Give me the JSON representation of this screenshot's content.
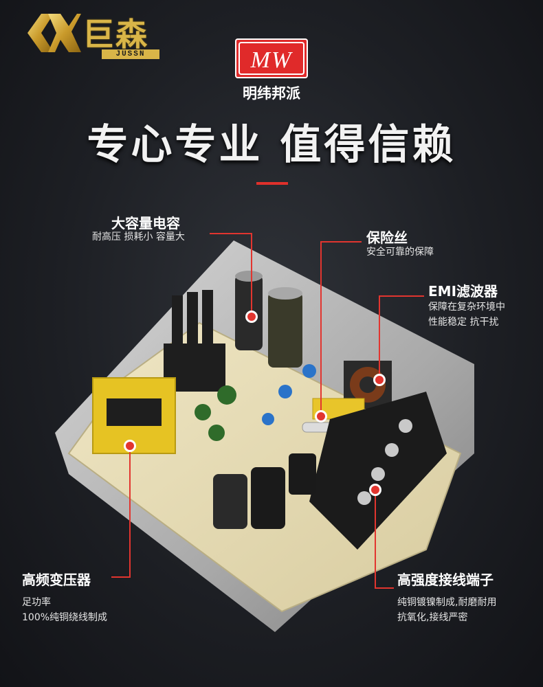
{
  "brand": {
    "logo_text": "巨森",
    "logo_latin": "JUSSN",
    "badge_mark": "MW",
    "partner_name": "明纬邦派"
  },
  "slogan": "专心专业 值得信赖",
  "colors": {
    "background": "#1d1f24",
    "accent_red": "#e2352f",
    "gold": "#d9b548",
    "badge_red": "#e02a2a"
  },
  "features": [
    {
      "title": "大容量电容",
      "desc": [
        "耐高压  损耗小  容量大"
      ]
    },
    {
      "title": "保险丝",
      "desc": [
        "安全可靠的保障"
      ]
    },
    {
      "title": "EMI滤波器",
      "desc": [
        "保障在复杂环境中",
        "性能稳定  抗干扰"
      ]
    },
    {
      "title": "高频变压器",
      "desc": [
        "足功率",
        "100%纯铜绕线制成"
      ]
    },
    {
      "title": "高强度接线端子",
      "desc": [
        "纯铜镀镍制成,耐磨耐用",
        "抗氧化,接线严密"
      ]
    }
  ]
}
